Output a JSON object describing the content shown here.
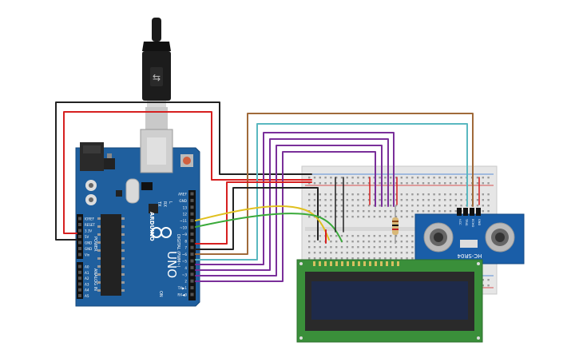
{
  "arduino": {
    "brand": "ARDUINO",
    "model": "UNO",
    "digital_header": "DIGITAL (PWM~)",
    "analog_header": "ANALOG IN",
    "power_header": "POWER",
    "on_label": "ON",
    "tx_label": "TX",
    "rx_label": "RX",
    "l_label": "L",
    "power_pins": [
      "IOREF",
      "RESET",
      "3.3V",
      "5V",
      "GND",
      "GND",
      "Vin"
    ],
    "analog_pins": [
      "A0",
      "A1",
      "A2",
      "A3",
      "A4",
      "A5"
    ],
    "digital_pins": [
      "AREF",
      "GND",
      "13",
      "12",
      "~11",
      "~10",
      "~9",
      "8",
      "7",
      "~6",
      "~5",
      "4",
      "~3",
      "2",
      "TX▶1",
      "RX◀0"
    ]
  },
  "sensor": {
    "name": "HC-SR04",
    "pins": [
      "VCC",
      "TRIG",
      "ECHO",
      "GND"
    ]
  },
  "colors": {
    "board": "#1f5f9e",
    "breadboard": "#e6e6e6",
    "lcd_pcb": "#3a8f3a",
    "lcd_screen": "#1e2a4a",
    "sensor_pcb": "#1a5ea8",
    "wire_red": "#d62020",
    "wire_black": "#222222",
    "wire_yellow": "#e0c020",
    "wire_green": "#3aaa3a",
    "wire_purple": "#7a2f9a",
    "wire_brown": "#a06a3a",
    "wire_cyan": "#5ab8c0"
  }
}
